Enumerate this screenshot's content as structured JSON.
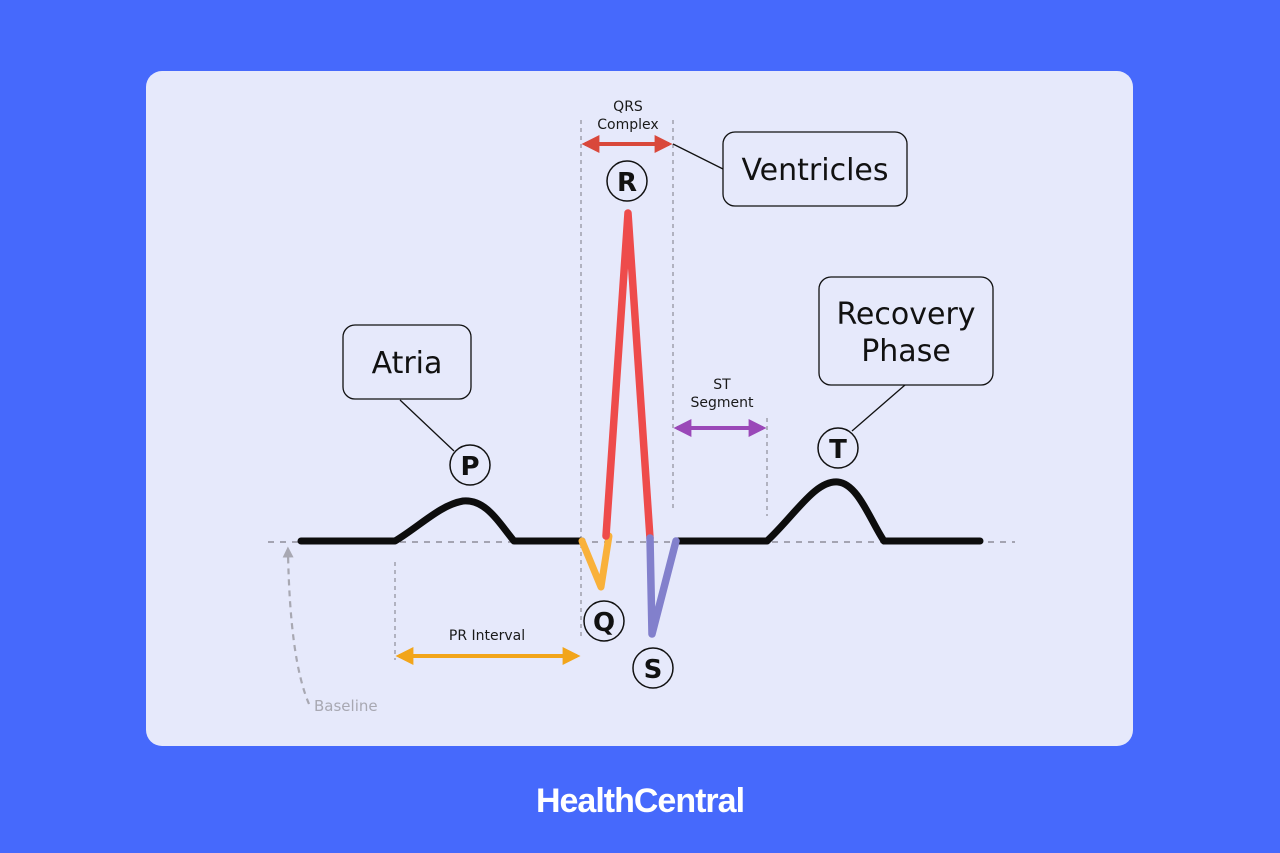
{
  "colors": {
    "background": "#4669FC",
    "panel": "#E6E9FB",
    "trace": "#0D0D0D",
    "qrs_arrow": "#D9483B",
    "r_wave": "#EE4B4B",
    "q_wave": "#F9B13A",
    "s_wave": "#8280CC",
    "st_arrow": "#9A48B8",
    "pr_arrow": "#F2A51A",
    "guide": "#9A9AA6"
  },
  "labels": {
    "qrs_complex_line1": "QRS",
    "qrs_complex_line2": "Complex",
    "ventricles": "Ventricles",
    "atria": "Atria",
    "recovery_line1": "Recovery",
    "recovery_line2": "Phase",
    "st_segment_line1": "ST",
    "st_segment_line2": "Segment",
    "pr_interval": "PR Interval",
    "baseline": "Baseline"
  },
  "waves": {
    "p": "P",
    "q": "Q",
    "r": "R",
    "s": "S",
    "t": "T"
  },
  "brand": {
    "name": "HealthCentral"
  }
}
